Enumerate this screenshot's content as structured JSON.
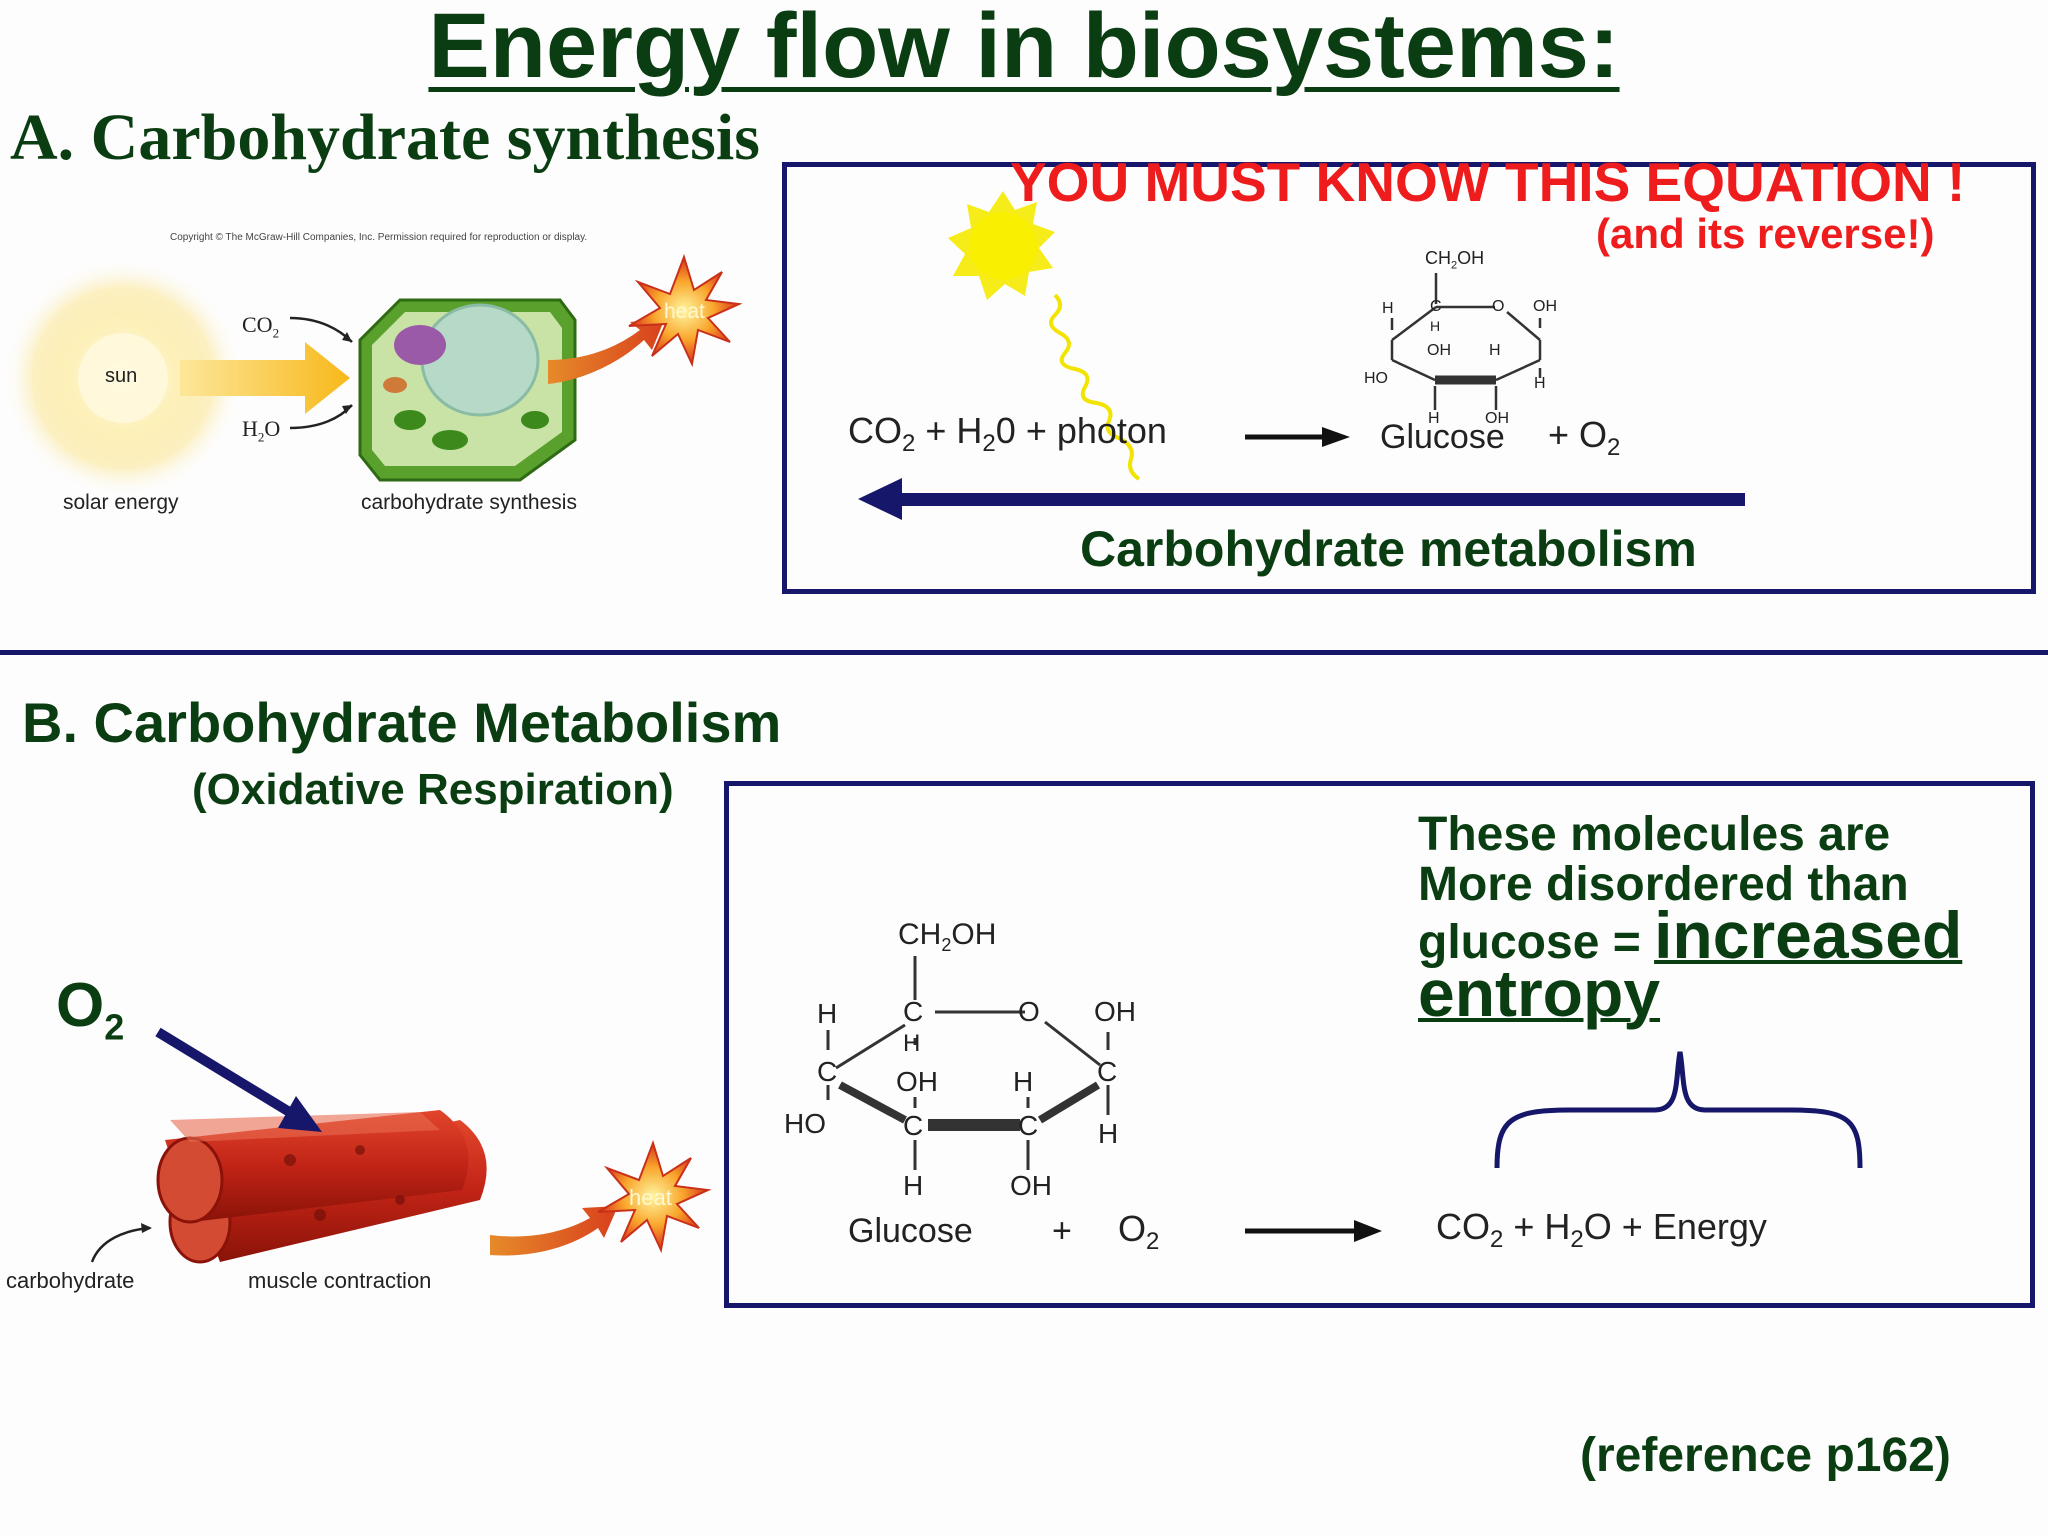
{
  "title": "Energy flow in biosystems:",
  "section_a": {
    "heading": "A. Carbohydrate synthesis",
    "copyright": "Copyright © The McGraw-Hill Companies, Inc. Permission required for reproduction or display.",
    "sun_label": "sun",
    "co2_label": "CO",
    "co2_sub": "2",
    "h2o_label": "H",
    "h2o_sub": "2",
    "h2o_end": "O",
    "heat_label": "heat",
    "solar_energy_label": "solar energy",
    "synthesis_label": "carbohydrate synthesis",
    "warning": "YOU MUST KNOW THIS EQUATION !",
    "warning_sub": "(and its reverse!)",
    "equation": {
      "co2": "CO",
      "co2_sub": "2",
      "plus_h2o": "+ H",
      "h2o_sub": "2",
      "h2o_end": "0",
      "plus_photon": "+ photon",
      "glucose": "Glucose",
      "plus_o2": "+ O",
      "o2_sub": "2"
    },
    "reverse_label": "Carbohydrate metabolism"
  },
  "glucose_structure": {
    "ch2oh": "CH",
    "ch2oh_sub": "2",
    "ch2oh_end": "OH",
    "h": "H",
    "oh": "OH",
    "ho": "HO",
    "o": "O",
    "c": "C"
  },
  "section_b": {
    "heading": "B. Carbohydrate Metabolism",
    "subheading": "(Oxidative Respiration)",
    "o2_label": "O",
    "o2_sub": "2",
    "heat_label": "heat",
    "carbohydrate_label": "carbohydrate",
    "muscle_label": "muscle contraction",
    "entropy_line1": "These molecules are",
    "entropy_line2": "More disordered than",
    "entropy_line3": "glucose = ",
    "entropy_increased": "increased",
    "entropy_word": "entropy",
    "equation": {
      "glucose": "Glucose",
      "plus": "+",
      "o2": "O",
      "o2_sub": "2",
      "co2": "CO",
      "co2_sub": "2",
      "plus_h2o": "+ H",
      "h2o_sub": "2",
      "h2o_end": "O",
      "plus_energy": "+ Energy"
    }
  },
  "reference": "(reference p162)",
  "colors": {
    "title_green": "#0b3d12",
    "box_navy": "#16166a",
    "warning_red": "#ee1c1c"
  }
}
